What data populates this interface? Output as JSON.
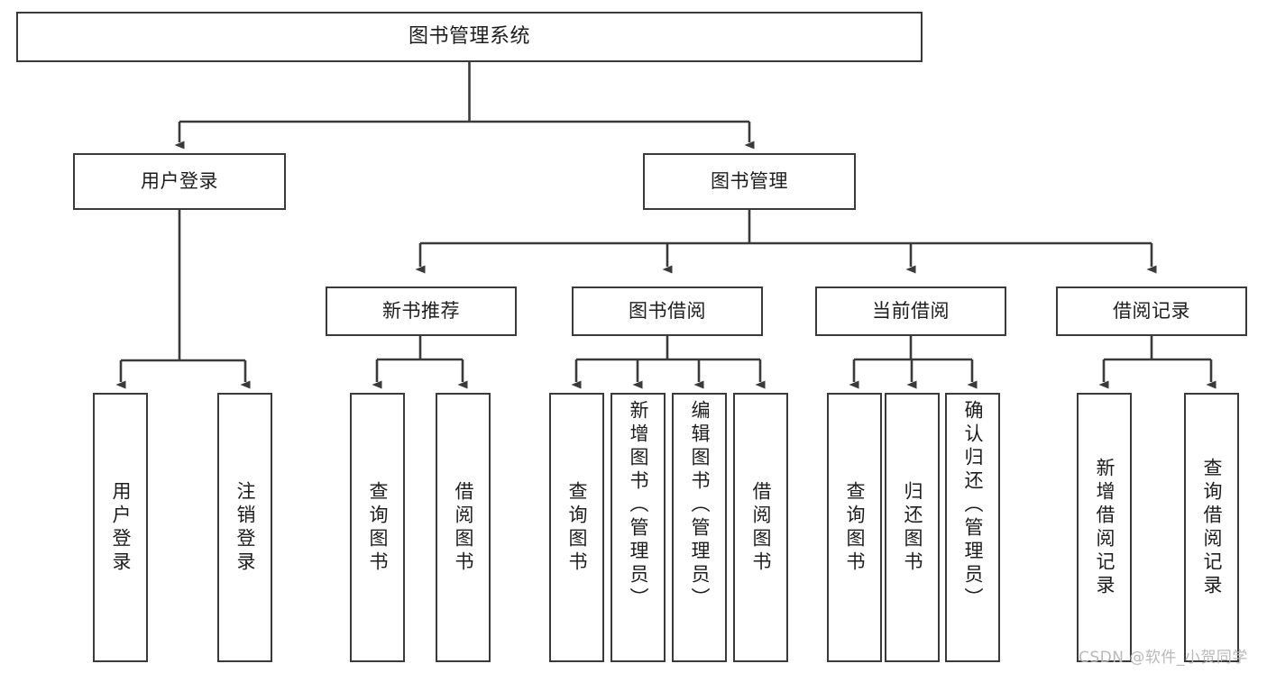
{
  "diagram": {
    "title": "图书管理系统",
    "type": "tree-hierarchy-chart",
    "stroke_color": "#3a3a3a",
    "fill_color": "#ffffff",
    "text_color": "#1d1d1d"
  },
  "nodes": {
    "root": {
      "label": "图书管理系统"
    },
    "level1": [
      {
        "id": "user-login",
        "label": "用户登录"
      },
      {
        "id": "book-management",
        "label": "图书管理"
      }
    ],
    "level2": [
      {
        "id": "new-book-recommend",
        "label": "新书推荐"
      },
      {
        "id": "book-borrow",
        "label": "图书借阅"
      },
      {
        "id": "current-borrow",
        "label": "当前借阅"
      },
      {
        "id": "borrow-record",
        "label": "借阅记录"
      }
    ],
    "leaves": {
      "user_login": [
        {
          "id": "leaf-user-login",
          "label": "用户登录"
        },
        {
          "id": "leaf-logout",
          "label": "注销登录"
        }
      ],
      "new_book_recommend": [
        {
          "id": "leaf-query-book-1",
          "label": "查询图书"
        },
        {
          "id": "leaf-borrow-book-1",
          "label": "借阅图书"
        }
      ],
      "book_borrow": [
        {
          "id": "leaf-query-book-2",
          "label": "查询图书"
        },
        {
          "id": "leaf-add-book",
          "label": "新增图书（管理员）"
        },
        {
          "id": "leaf-edit-book",
          "label": "编辑图书（管理员）"
        },
        {
          "id": "leaf-borrow-book-2",
          "label": "借阅图书"
        }
      ],
      "current_borrow": [
        {
          "id": "leaf-query-book-3",
          "label": "查询图书"
        },
        {
          "id": "leaf-return-book",
          "label": "归还图书"
        },
        {
          "id": "leaf-confirm-return",
          "label": "确认归还（管理员）"
        }
      ],
      "borrow_record": [
        {
          "id": "leaf-add-record",
          "label": "新增借阅记录"
        },
        {
          "id": "leaf-query-record",
          "label": "查询借阅记录"
        }
      ]
    }
  },
  "watermark": {
    "text": "CSDN @软件_小贺同学"
  }
}
